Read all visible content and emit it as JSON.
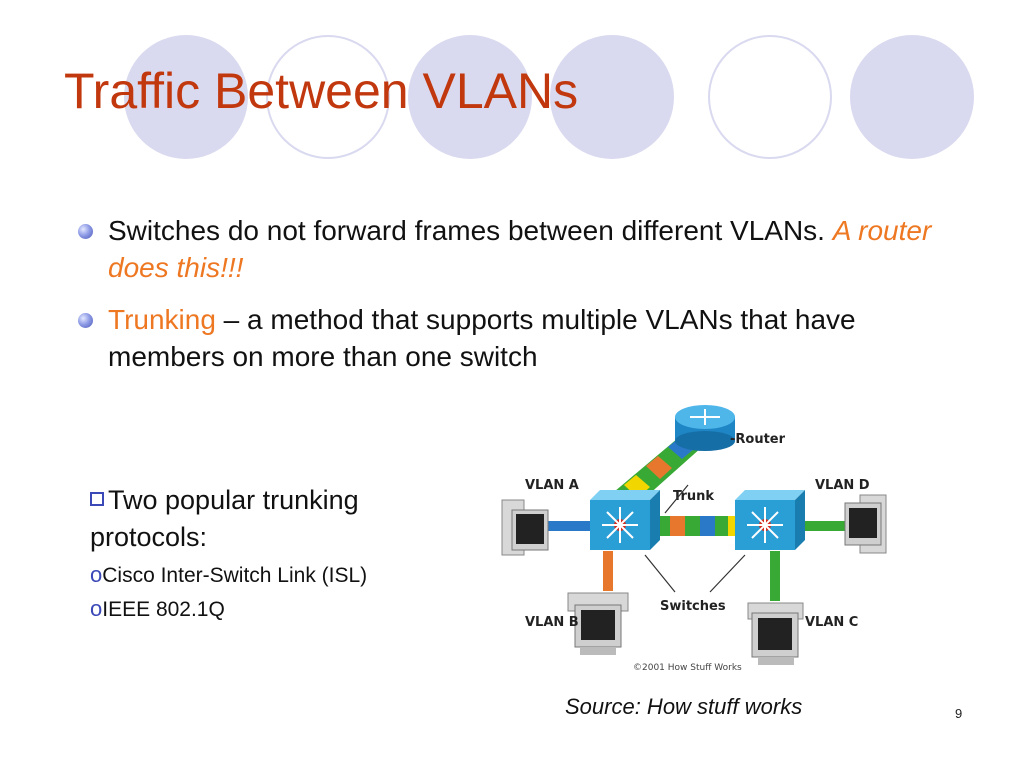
{
  "slide": {
    "title": "Traffic Between VLANs",
    "bullets": [
      {
        "text": "Switches do not forward frames between different VLANs. ",
        "highlight": "A router does this!!!"
      },
      {
        "highlight": "Trunking",
        "text": " – a method that supports multiple VLANs that have members on more than one switch"
      }
    ],
    "sub_heading": "Two popular trunking protocols:",
    "sub_items": [
      "Cisco Inter-Switch Link (ISL)",
      "IEEE 802.1Q"
    ],
    "sub_marker": "o",
    "caption": "Source: How stuff works",
    "page_number": "9"
  },
  "diagram": {
    "labels": {
      "router": "-Router",
      "trunk": "Trunk",
      "switches": "Switches",
      "vlan_a": "VLAN A",
      "vlan_b": "VLAN B",
      "vlan_c": "VLAN C",
      "vlan_d": "VLAN D",
      "copyright": "©2001 How Stuff Works"
    }
  },
  "colors": {
    "title": "#c2380e",
    "highlight": "#ee7722",
    "accent": "#3b49b8",
    "decor_circle": "#d9d9f0",
    "switch": "#2a9fd6",
    "link_green": "#39a935",
    "link_blue": "#2a78c8"
  },
  "icons": [
    "bullet-dot-icon",
    "checkbox-icon",
    "router-icon",
    "switch-icon",
    "computer-icon"
  ]
}
